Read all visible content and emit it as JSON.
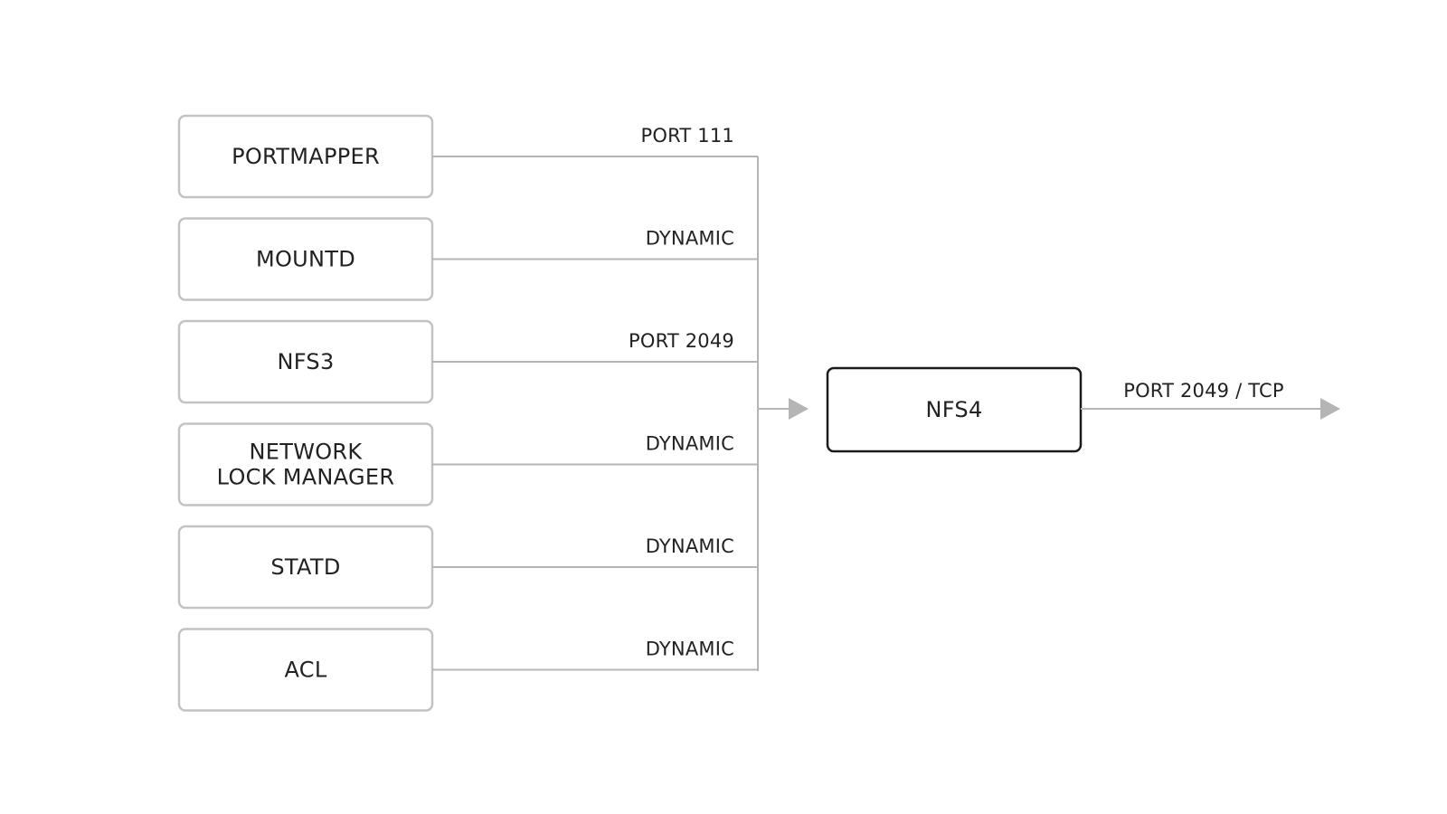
{
  "services": [
    {
      "lines": [
        "PORTMAPPER"
      ],
      "port": "PORT 111"
    },
    {
      "lines": [
        "MOUNTD"
      ],
      "port": "DYNAMIC"
    },
    {
      "lines": [
        "NFS3"
      ],
      "port": "PORT 2049"
    },
    {
      "lines": [
        "NETWORK",
        "LOCK MANAGER"
      ],
      "port": "DYNAMIC"
    },
    {
      "lines": [
        "STATD"
      ],
      "port": "DYNAMIC"
    },
    {
      "lines": [
        "ACL"
      ],
      "port": "DYNAMIC"
    }
  ],
  "target": {
    "label": "NFS4",
    "output_label": "PORT 2049 / TCP"
  },
  "colors": {
    "service_border": "#c3c3c3",
    "target_border": "#1a1a1a",
    "connector": "#b5b5b5",
    "text": "#222222"
  }
}
